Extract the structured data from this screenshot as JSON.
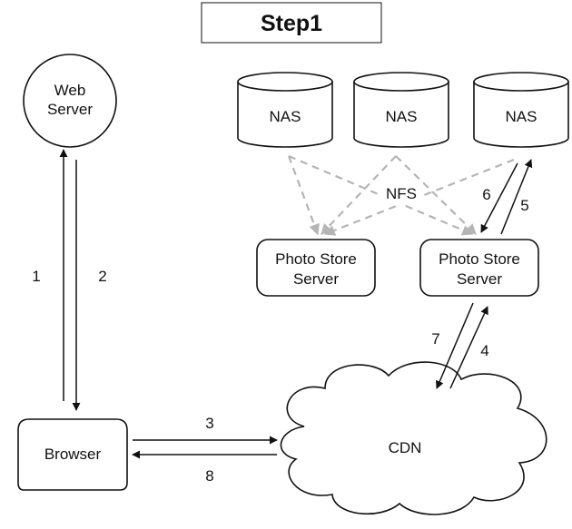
{
  "title": "Step1",
  "nodes": {
    "web_server": [
      "Web",
      "Server"
    ],
    "nas_1": "NAS",
    "nas_2": "NAS",
    "nas_3": "NAS",
    "photo_store_left": [
      "Photo Store",
      "Server"
    ],
    "photo_store_right": [
      "Photo Store",
      "Server"
    ],
    "browser": "Browser",
    "cdn": "CDN"
  },
  "labels": {
    "nfs": "NFS",
    "step_1": "1",
    "step_2": "2",
    "step_3": "3",
    "step_4": "4",
    "step_5": "5",
    "step_6": "6",
    "step_7": "7",
    "step_8": "8"
  },
  "colors": {
    "stroke": "#111111",
    "dashed": "#b5b5b5"
  }
}
